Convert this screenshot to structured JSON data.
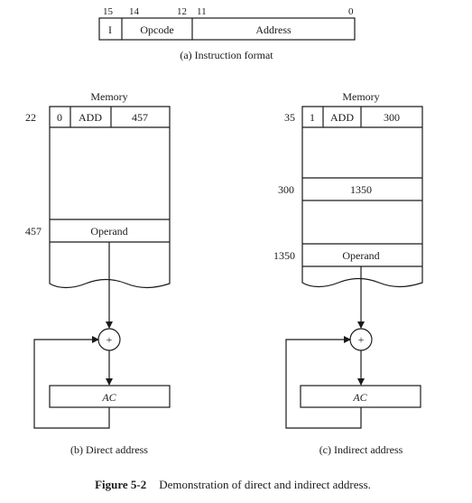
{
  "instruction_format": {
    "bit_labels": [
      "15",
      "14",
      "12",
      "11",
      "0"
    ],
    "fields": [
      "I",
      "Opcode",
      "Address"
    ],
    "caption": "(a) Instruction format"
  },
  "direct": {
    "memory_label": "Memory",
    "instr_address": "22",
    "instr_fields": [
      "0",
      "ADD",
      "457"
    ],
    "operand_address": "457",
    "operand_label": "Operand",
    "adder_symbol": "+",
    "register_label": "AC",
    "caption": "(b) Direct address"
  },
  "indirect": {
    "memory_label": "Memory",
    "instr_address": "35",
    "instr_fields": [
      "1",
      "ADD",
      "300"
    ],
    "pointer_address": "300",
    "pointer_value": "1350",
    "operand_address": "1350",
    "operand_label": "Operand",
    "adder_symbol": "+",
    "register_label": "AC",
    "caption": "(c) Indirect address"
  },
  "figure_caption": {
    "label": "Figure 5-2",
    "text": "Demonstration of direct and indirect address."
  }
}
